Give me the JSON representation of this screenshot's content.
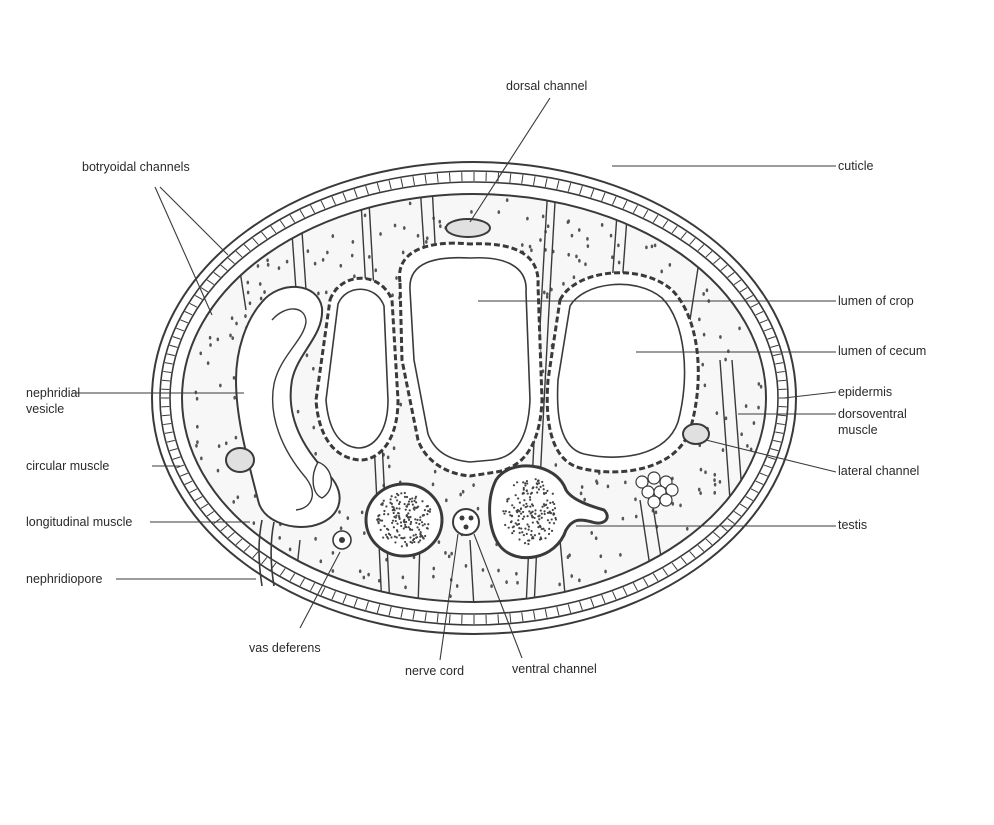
{
  "diagram": {
    "labels": {
      "dorsal_channel": "dorsal channel",
      "cuticle": "cuticle",
      "botryoidal_channels": "botryoidal channels",
      "lumen_of_crop": "lumen of crop",
      "lumen_of_cecum": "lumen of cecum",
      "nephridial_vesicle_1": "nephridial",
      "nephridial_vesicle_2": "vesicle",
      "epidermis": "epidermis",
      "dorsoventral_muscle_1": "dorsoventral",
      "dorsoventral_muscle_2": "muscle",
      "circular_muscle": "circular  muscle",
      "lateral_channel": "lateral channel",
      "longitudinal_muscle": "longitudinal muscle",
      "testis": "testis",
      "nephridiopore": "nephridiopore",
      "vas_deferens": "vas deferens",
      "nerve_cord": "nerve cord",
      "ventral_channel": "ventral channel"
    },
    "colors": {
      "ink": "#3a3a3a",
      "paper": "#ffffff",
      "tissue": "#f7f7f7"
    }
  }
}
